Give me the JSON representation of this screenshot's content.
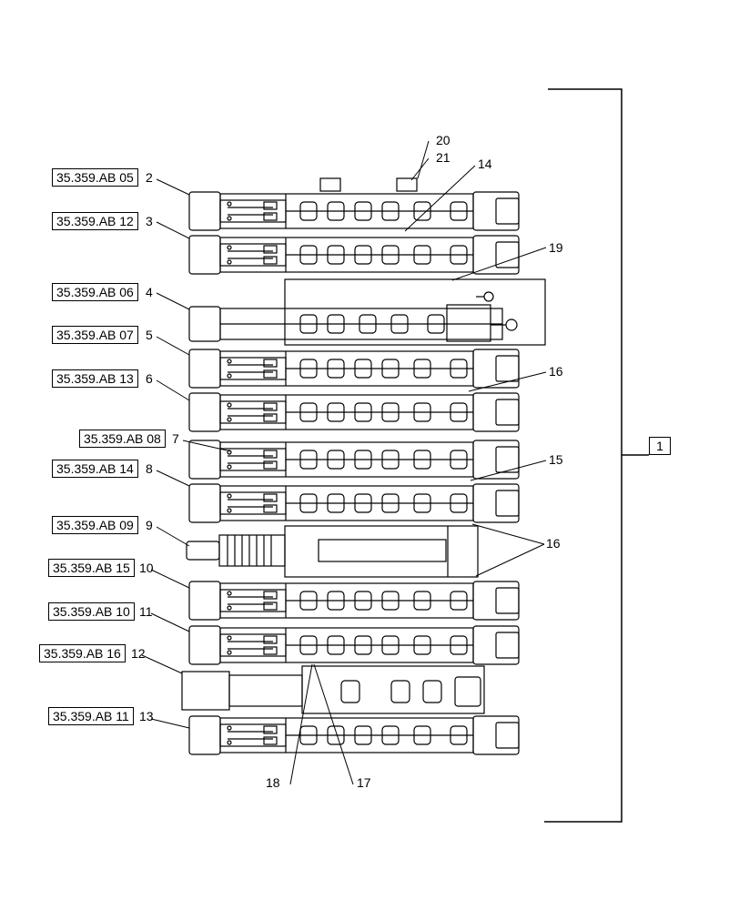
{
  "assembly_number": "1",
  "sections": [
    {
      "ref": "35.359.AB 05",
      "item": "2"
    },
    {
      "ref": "35.359.AB 12",
      "item": "3"
    },
    {
      "ref": "35.359.AB 06",
      "item": "4"
    },
    {
      "ref": "35.359.AB 07",
      "item": "5"
    },
    {
      "ref": "35.359.AB 13",
      "item": "6"
    },
    {
      "ref": "35.359.AB 08",
      "item": "7"
    },
    {
      "ref": "35.359.AB 14",
      "item": "8"
    },
    {
      "ref": "35.359.AB 09",
      "item": "9"
    },
    {
      "ref": "35.359.AB 15",
      "item": "10"
    },
    {
      "ref": "35.359.AB 10",
      "item": "11"
    },
    {
      "ref": "35.359.AB 16",
      "item": "12"
    },
    {
      "ref": "35.359.AB 11",
      "item": "13"
    }
  ],
  "callouts": {
    "c20": "20",
    "c21": "21",
    "c14": "14",
    "c19": "19",
    "c16a": "16",
    "c15": "15",
    "c16b": "16",
    "c18": "18",
    "c17": "17"
  }
}
